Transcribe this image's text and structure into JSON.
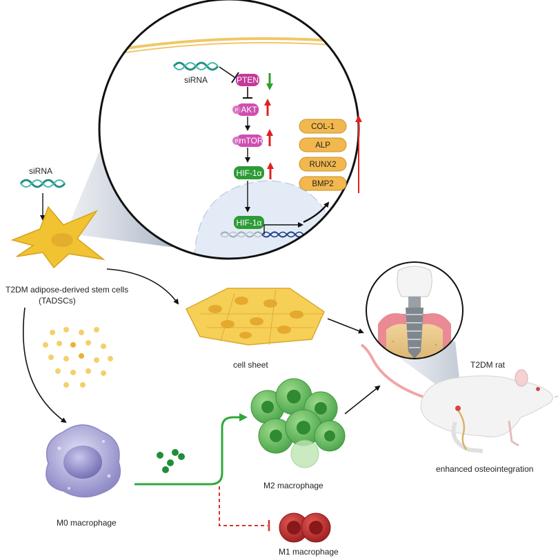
{
  "colors": {
    "membrane": "#f0c76a",
    "pten": "#c23a9a",
    "akt_mtor": "#cf4fb0",
    "hif": "#2d9b36",
    "osteo_fill": "#f2b84e",
    "up_arrow": "#e02020",
    "down_arrow": "#2f9e2f",
    "m2_path": "#2fa83a",
    "m1_path": "#d9302b",
    "cell_yellow": "#f1c232",
    "m0_purple": "#a9a6d9",
    "m2_green": "#6cc36a",
    "m1_red": "#c0282a"
  },
  "inset": {
    "sirna_label": "siRNA",
    "pathway": {
      "pten": "PTEN",
      "akt": "AKT",
      "mtor": "mTOR",
      "hif_cyto": "HIF-1α",
      "hif_nuc": "HIF-1α",
      "phospho": "P"
    },
    "markers": [
      "COL-1",
      "ALP",
      "RUNX2",
      "BMP2"
    ]
  },
  "labels": {
    "sirna_left": "siRNA",
    "tadsc_line1": "T2DM adipose-derived stem cells",
    "tadsc_line2": "(TADSCs)",
    "cell_sheet": "cell sheet",
    "t2dm_rat": "T2DM rat",
    "enhanced": "enhanced osteointegration",
    "m0": "M0 macrophage",
    "m2": "M2 macrophage",
    "m1": "M1 macrophage"
  }
}
